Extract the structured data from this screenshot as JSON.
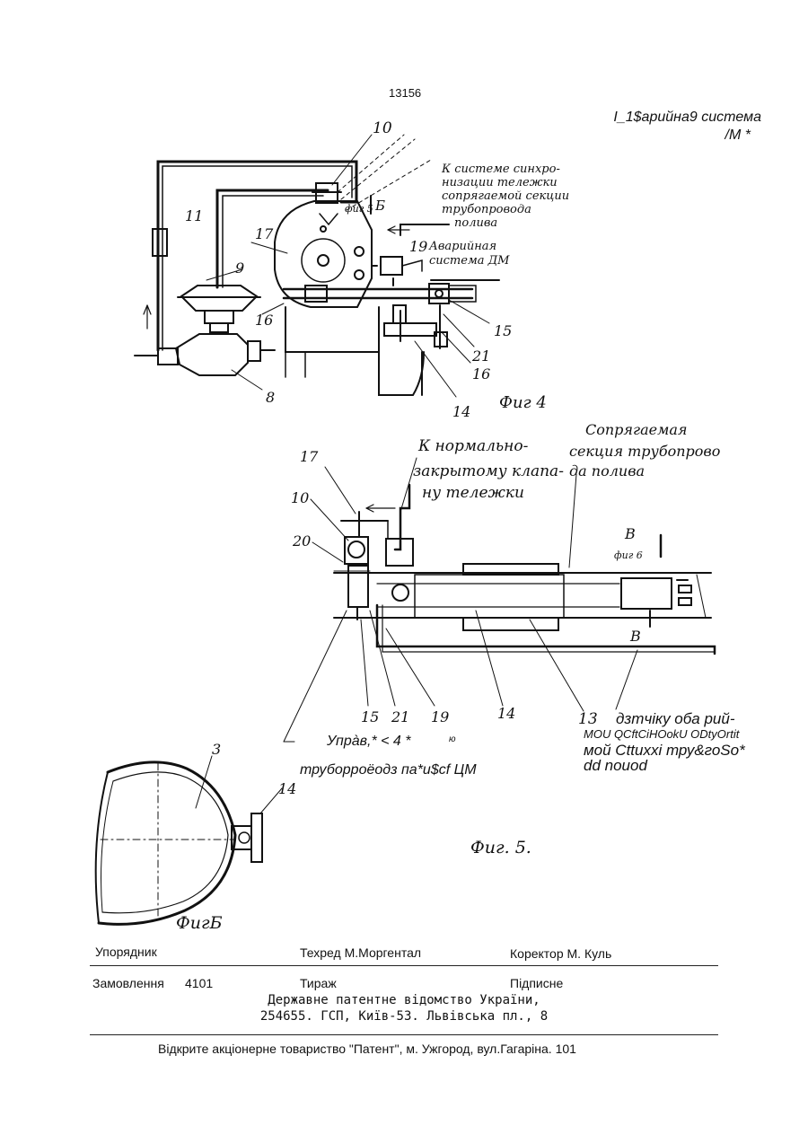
{
  "page": {
    "number": "13156",
    "ocr_header_line1": "I_1$арийна9 система",
    "ocr_header_line2": "/М *"
  },
  "fig4": {
    "caption": "Фиг 4",
    "callout_top": [
      "К системе синхро-",
      "низации тележки",
      "сопрягаемой секции",
      "трубопровода",
      "полива"
    ],
    "callout_right": [
      "Аварийная",
      "система ДМ"
    ],
    "section_mark": "фиг 5",
    "section_letter": "Б",
    "labels": [
      "10",
      "11",
      "17",
      "9",
      "16",
      "8",
      "19",
      "15",
      "21",
      "16",
      "14"
    ]
  },
  "fig5": {
    "caption": "Фиг. 5.",
    "callout_left": [
      "К нормально-",
      "закрытому клапа-",
      "ну тележки"
    ],
    "callout_right": [
      "Сопрягаемая",
      "секция трубопрово",
      "да полива"
    ],
    "section_letter_top": "В",
    "section_mark": "фиг 6",
    "section_letter_bottom": "В",
    "labels": [
      "17",
      "10",
      "20",
      "15",
      "21",
      "19",
      "14",
      "13"
    ],
    "ocr_upr": "Упрàв,*  < 4 *",
    "ocr_upr_sup": "ю",
    "ocr_truba": "труборроёодз па*и$cf ЦМ",
    "ocr_line1": "дзтчіку оба рий-",
    "ocr_line2": "MOU QCftCiHOokU ODtyOrtit",
    "ocr_line3": "мой Cttuxxi тру&гоSo*",
    "ocr_line4": "dd nouod"
  },
  "fig6": {
    "caption": "ФигБ",
    "labels": [
      "3",
      "14"
    ]
  },
  "footer": {
    "compiler_label": "Упорядник",
    "techred": "Техред М.Моргентал",
    "corrector": "Коректор М. Куль",
    "order_label": "Замовлення",
    "order_number": "4101",
    "circulation_label": "Тираж",
    "subscription_label": "Підписне",
    "office_line1": "Державне патентне відомство України,",
    "office_line2": "254655. ГСП, Київ-53. Львівська пл., 8",
    "company": "Відкрите акціонерне товариство \"Патент\", м. Ужгород, вул.Гагаріна. 101"
  }
}
